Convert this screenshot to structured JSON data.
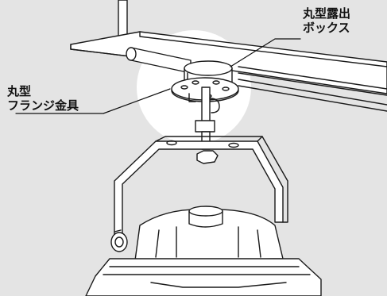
{
  "labels": {
    "round_box": {
      "line1": "丸型露出",
      "line2": "ボックス"
    },
    "round_flange": {
      "line1": "丸型",
      "line2": "フランジ金具"
    }
  },
  "colors": {
    "background": "#e4e4e4",
    "highlight": "#ffffff",
    "line": "#1a1a1a",
    "fill": "#ffffff"
  }
}
